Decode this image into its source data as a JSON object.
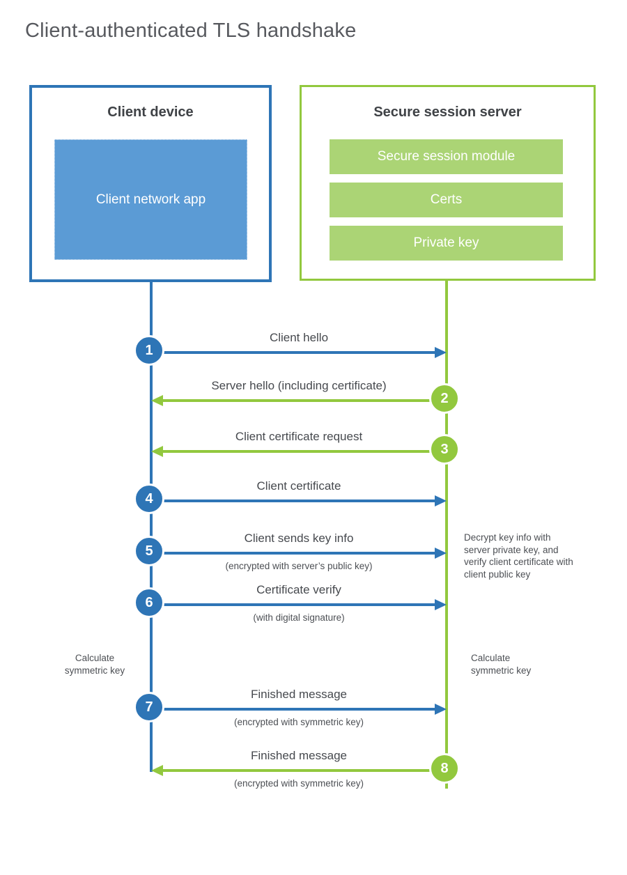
{
  "title": "Client-authenticated TLS handshake",
  "colors": {
    "blue": "#2e75b6",
    "blue_light": "#5b9bd5",
    "green": "#92c83e",
    "green_light": "#abd475"
  },
  "client": {
    "title": "Client device",
    "app_label": "Client network app"
  },
  "server": {
    "title": "Secure session server",
    "modules": [
      "Secure session module",
      "Certs",
      "Private key"
    ]
  },
  "steps": [
    {
      "number": "1",
      "label": "Client hello",
      "sublabel": ""
    },
    {
      "number": "2",
      "label": "Server hello (including certificate)",
      "sublabel": ""
    },
    {
      "number": "3",
      "label": "Client certificate request",
      "sublabel": ""
    },
    {
      "number": "4",
      "label": "Client certificate",
      "sublabel": ""
    },
    {
      "number": "5",
      "label": "Client sends key info",
      "sublabel": "(encrypted with server’s public key)"
    },
    {
      "number": "6",
      "label": "Certificate verify",
      "sublabel": "(with digital signature)"
    },
    {
      "number": "7",
      "label": "Finished message",
      "sublabel": "(encrypted with symmetric key)"
    },
    {
      "number": "8",
      "label": "Finished message",
      "sublabel": "(encrypted with symmetric key)"
    }
  ],
  "annotations": {
    "server_note": "Decrypt key info with server private key, and verify client certificate with client public key",
    "client_calc": "Calculate symmetric key",
    "server_calc": "Calculate symmetric key"
  }
}
